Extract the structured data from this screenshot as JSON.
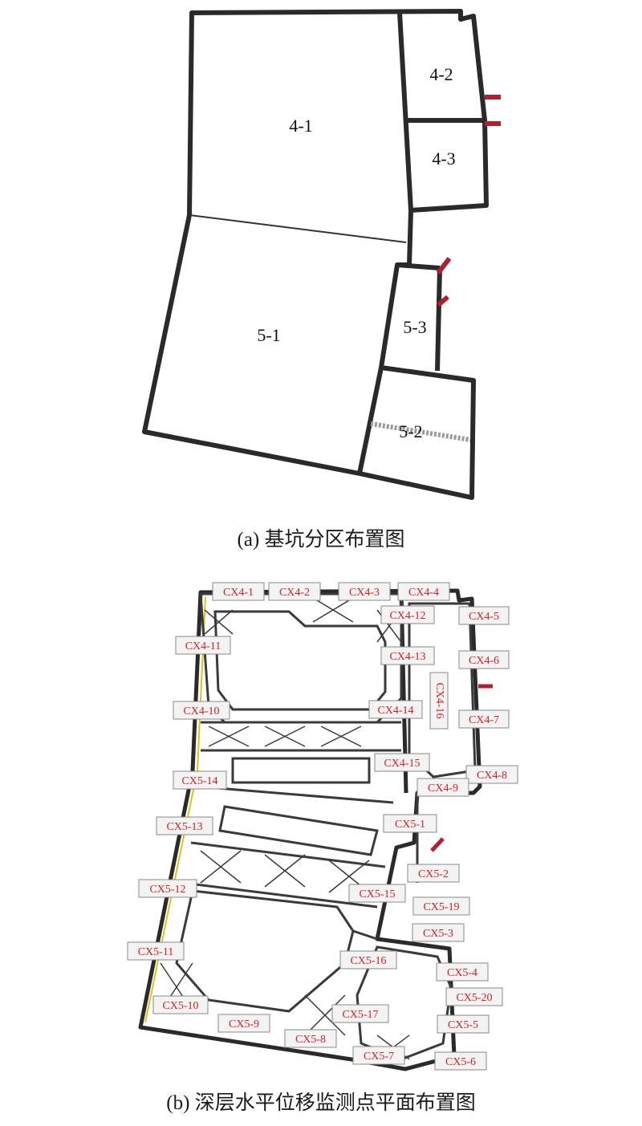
{
  "figure_a": {
    "caption": "(a) 基坑分区布置图",
    "zones": [
      "4-1",
      "4-2",
      "4-3",
      "5-1",
      "5-2",
      "5-3"
    ]
  },
  "figure_b": {
    "caption": "(b) 深层水平位移监测点平面布置图",
    "points": [
      "CX4-1",
      "CX4-2",
      "CX4-3",
      "CX4-4",
      "CX4-12",
      "CX4-5",
      "CX4-11",
      "CX4-13",
      "CX4-6",
      "CX4-16",
      "CX4-10",
      "CX4-14",
      "CX4-7",
      "CX4-15",
      "CX5-14",
      "CX4-8",
      "CX4-9",
      "CX5-13",
      "CX5-1",
      "CX5-2",
      "CX5-12",
      "CX5-15",
      "CX5-19",
      "CX5-3",
      "CX5-11",
      "CX5-16",
      "CX5-4",
      "CX5-20",
      "CX5-10",
      "CX5-17",
      "CX5-5",
      "CX5-9",
      "CX5-8",
      "CX5-7",
      "CX5-6"
    ]
  },
  "colors": {
    "outline": "#2a2a2a",
    "label_text": "#d42020",
    "label_fill": "#f3f3f3",
    "marker": "#b02030",
    "strut": "#3a3a3a",
    "yellow_line": "#e0c020"
  }
}
